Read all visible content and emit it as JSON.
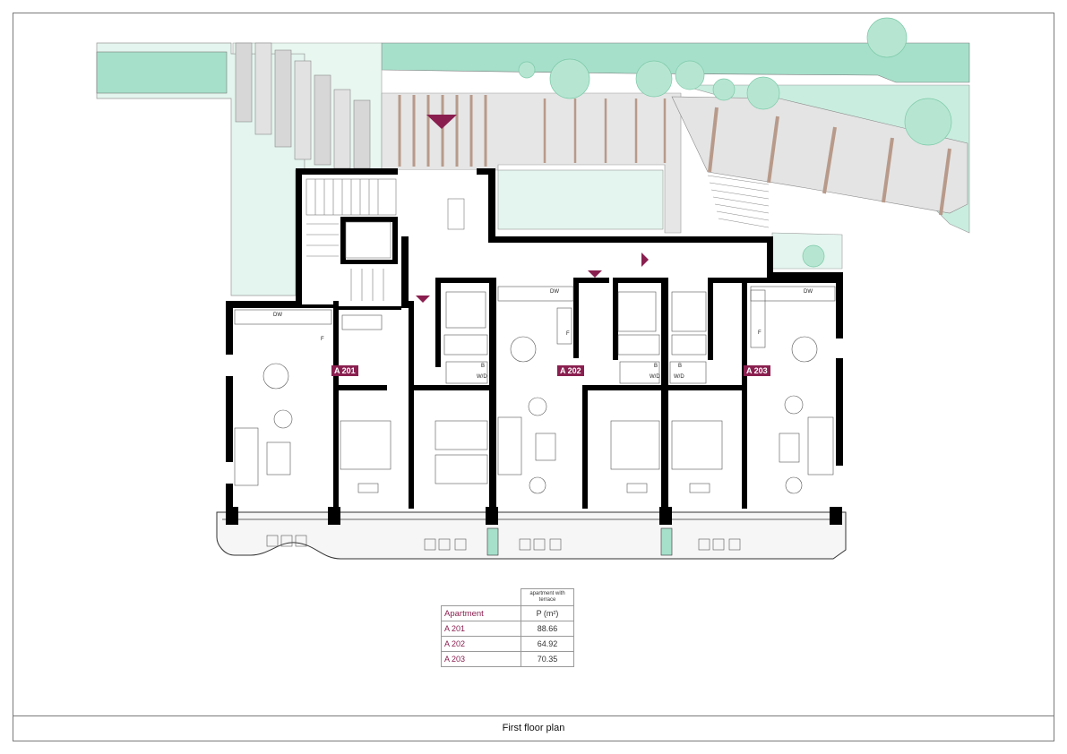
{
  "sheet": {
    "title": "First floor plan"
  },
  "units": [
    {
      "id": "A 201",
      "area_m2": "88.66"
    },
    {
      "id": "A 202",
      "area_m2": "64.92"
    },
    {
      "id": "A 203",
      "area_m2": "70.35"
    }
  ],
  "area_table": {
    "group_header": "apartment with terrace",
    "col_label": "Apartment",
    "col_area": "P (m²)"
  },
  "fixture_labels": {
    "dishwasher": "DW",
    "fridge": "F",
    "boiler": "B",
    "washer_dryer": "W/D"
  },
  "colors": {
    "accent": "#8a1f4f",
    "wall": "#000000",
    "landscape_green": "#cfeee2",
    "landscape_green_dark": "#a6e0cb",
    "paving_gray": "#e6e6e6",
    "pergola_beam": "#b89a8a"
  }
}
